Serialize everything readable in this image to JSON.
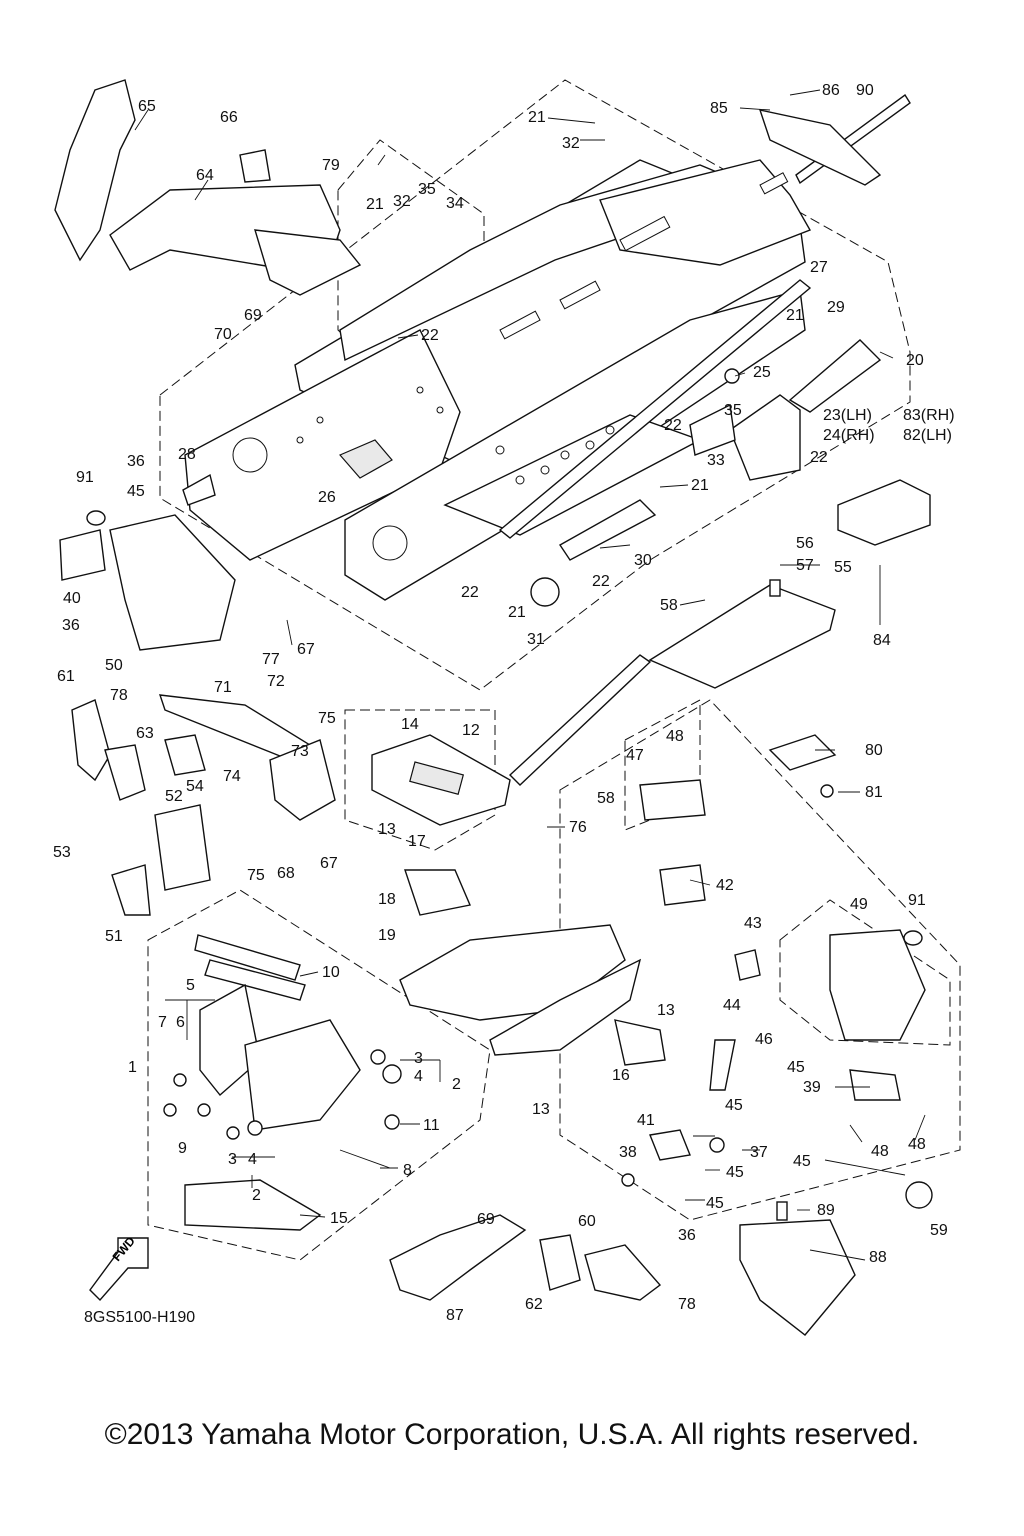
{
  "diagram": {
    "code": "8GS5100-H190",
    "fwd_label": "FWD",
    "copyright": "©2013 Yamaha Motor Corporation, U.S.A. All rights reserved."
  },
  "callouts": [
    {
      "id": "c1",
      "label": "1"
    },
    {
      "id": "c2a",
      "label": "2"
    },
    {
      "id": "c2b",
      "label": "2"
    },
    {
      "id": "c3a",
      "label": "3"
    },
    {
      "id": "c3b",
      "label": "3"
    },
    {
      "id": "c4a",
      "label": "4"
    },
    {
      "id": "c4b",
      "label": "4"
    },
    {
      "id": "c5",
      "label": "5"
    },
    {
      "id": "c6",
      "label": "6"
    },
    {
      "id": "c7",
      "label": "7"
    },
    {
      "id": "c8",
      "label": "8"
    },
    {
      "id": "c9",
      "label": "9"
    },
    {
      "id": "c10",
      "label": "10"
    },
    {
      "id": "c11",
      "label": "11"
    },
    {
      "id": "c12",
      "label": "12"
    },
    {
      "id": "c13a",
      "label": "13"
    },
    {
      "id": "c13b",
      "label": "13"
    },
    {
      "id": "c13c",
      "label": "13"
    },
    {
      "id": "c14",
      "label": "14"
    },
    {
      "id": "c15",
      "label": "15"
    },
    {
      "id": "c16",
      "label": "16"
    },
    {
      "id": "c17",
      "label": "17"
    },
    {
      "id": "c18",
      "label": "18"
    },
    {
      "id": "c19",
      "label": "19"
    },
    {
      "id": "c20",
      "label": "20"
    },
    {
      "id": "c21a",
      "label": "21"
    },
    {
      "id": "c21b",
      "label": "21"
    },
    {
      "id": "c21c",
      "label": "21"
    },
    {
      "id": "c21d",
      "label": "21"
    },
    {
      "id": "c21e",
      "label": "21"
    },
    {
      "id": "c22a",
      "label": "22"
    },
    {
      "id": "c22b",
      "label": "22"
    },
    {
      "id": "c22c",
      "label": "22"
    },
    {
      "id": "c22d",
      "label": "22"
    },
    {
      "id": "c22e",
      "label": "22"
    },
    {
      "id": "c23",
      "label": "23(LH)"
    },
    {
      "id": "c24",
      "label": "24(RH)"
    },
    {
      "id": "c25",
      "label": "25"
    },
    {
      "id": "c26",
      "label": "26"
    },
    {
      "id": "c27",
      "label": "27"
    },
    {
      "id": "c28",
      "label": "28"
    },
    {
      "id": "c29",
      "label": "29"
    },
    {
      "id": "c30",
      "label": "30"
    },
    {
      "id": "c31",
      "label": "31"
    },
    {
      "id": "c32a",
      "label": "32"
    },
    {
      "id": "c32b",
      "label": "32"
    },
    {
      "id": "c33",
      "label": "33"
    },
    {
      "id": "c34",
      "label": "34"
    },
    {
      "id": "c35a",
      "label": "35"
    },
    {
      "id": "c35b",
      "label": "35"
    },
    {
      "id": "c36a",
      "label": "36"
    },
    {
      "id": "c36b",
      "label": "36"
    },
    {
      "id": "c36c",
      "label": "36"
    },
    {
      "id": "c37",
      "label": "37"
    },
    {
      "id": "c38",
      "label": "38"
    },
    {
      "id": "c39",
      "label": "39"
    },
    {
      "id": "c40",
      "label": "40"
    },
    {
      "id": "c41",
      "label": "41"
    },
    {
      "id": "c42",
      "label": "42"
    },
    {
      "id": "c43",
      "label": "43"
    },
    {
      "id": "c44",
      "label": "44"
    },
    {
      "id": "c45a",
      "label": "45"
    },
    {
      "id": "c45b",
      "label": "45"
    },
    {
      "id": "c45c",
      "label": "45"
    },
    {
      "id": "c45d",
      "label": "45"
    },
    {
      "id": "c45e",
      "label": "45"
    },
    {
      "id": "c45f",
      "label": "45"
    },
    {
      "id": "c46",
      "label": "46"
    },
    {
      "id": "c47",
      "label": "47"
    },
    {
      "id": "c48a",
      "label": "48"
    },
    {
      "id": "c48b",
      "label": "48"
    },
    {
      "id": "c48c",
      "label": "48"
    },
    {
      "id": "c49",
      "label": "49"
    },
    {
      "id": "c50",
      "label": "50"
    },
    {
      "id": "c51",
      "label": "51"
    },
    {
      "id": "c52",
      "label": "52"
    },
    {
      "id": "c53",
      "label": "53"
    },
    {
      "id": "c54",
      "label": "54"
    },
    {
      "id": "c55",
      "label": "55"
    },
    {
      "id": "c56",
      "label": "56"
    },
    {
      "id": "c57",
      "label": "57"
    },
    {
      "id": "c58a",
      "label": "58"
    },
    {
      "id": "c58b",
      "label": "58"
    },
    {
      "id": "c59",
      "label": "59"
    },
    {
      "id": "c60",
      "label": "60"
    },
    {
      "id": "c61",
      "label": "61"
    },
    {
      "id": "c62",
      "label": "62"
    },
    {
      "id": "c63",
      "label": "63"
    },
    {
      "id": "c64",
      "label": "64"
    },
    {
      "id": "c65",
      "label": "65"
    },
    {
      "id": "c66",
      "label": "66"
    },
    {
      "id": "c67a",
      "label": "67"
    },
    {
      "id": "c67b",
      "label": "67"
    },
    {
      "id": "c68",
      "label": "68"
    },
    {
      "id": "c69a",
      "label": "69"
    },
    {
      "id": "c69b",
      "label": "69"
    },
    {
      "id": "c70",
      "label": "70"
    },
    {
      "id": "c71",
      "label": "71"
    },
    {
      "id": "c72",
      "label": "72"
    },
    {
      "id": "c73",
      "label": "73"
    },
    {
      "id": "c74",
      "label": "74"
    },
    {
      "id": "c75a",
      "label": "75"
    },
    {
      "id": "c75b",
      "label": "75"
    },
    {
      "id": "c76",
      "label": "76"
    },
    {
      "id": "c77",
      "label": "77"
    },
    {
      "id": "c78a",
      "label": "78"
    },
    {
      "id": "c78b",
      "label": "78"
    },
    {
      "id": "c79",
      "label": "79"
    },
    {
      "id": "c80",
      "label": "80"
    },
    {
      "id": "c81",
      "label": "81"
    },
    {
      "id": "c82",
      "label": "82(LH)"
    },
    {
      "id": "c83",
      "label": "83(RH)"
    },
    {
      "id": "c84",
      "label": "84"
    },
    {
      "id": "c85",
      "label": "85"
    },
    {
      "id": "c86",
      "label": "86"
    },
    {
      "id": "c87",
      "label": "87"
    },
    {
      "id": "c88",
      "label": "88"
    },
    {
      "id": "c89",
      "label": "89"
    },
    {
      "id": "c90",
      "label": "90"
    },
    {
      "id": "c91a",
      "label": "91"
    },
    {
      "id": "c91b",
      "label": "91"
    }
  ]
}
